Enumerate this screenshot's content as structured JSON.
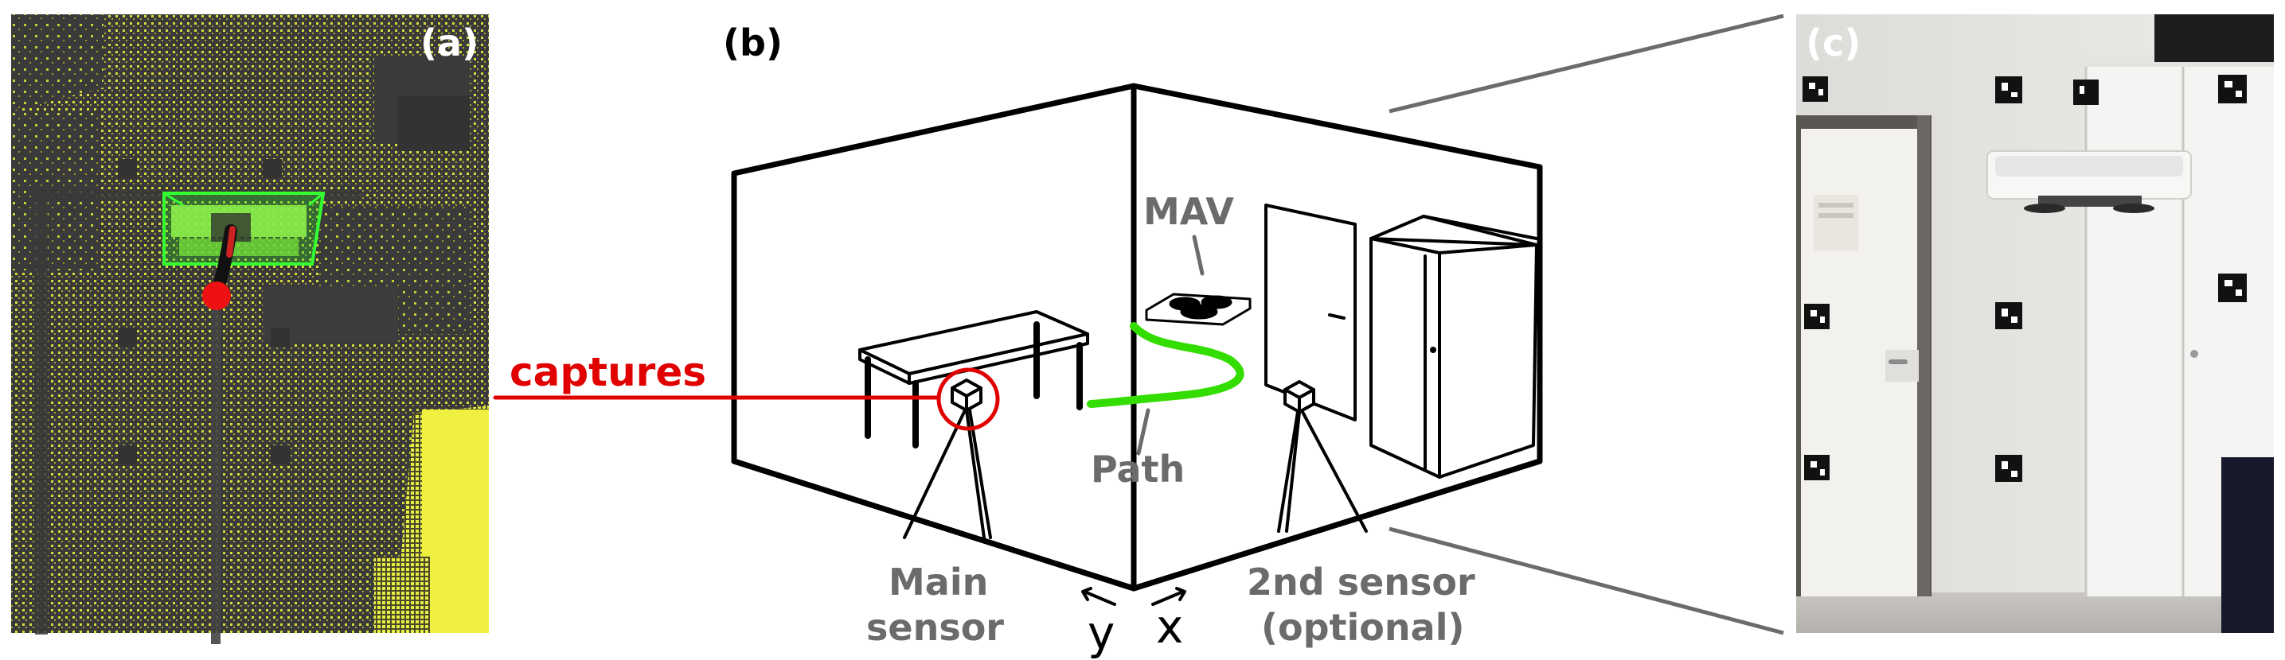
{
  "panels": {
    "a": {
      "letter": "(a)"
    },
    "b": {
      "letter": "(b)"
    },
    "c": {
      "letter": "(c)"
    }
  },
  "labels": {
    "captures": "captures",
    "mav": "MAV",
    "path": "Path",
    "main_sensor_line1": "Main",
    "main_sensor_line2": "sensor",
    "second_sensor_line1": "2nd sensor",
    "second_sensor_line2": "(optional)",
    "axis_y": "y",
    "axis_x": "x"
  },
  "colors": {
    "pointcloud_bg": "#3a3a3a",
    "pointcloud_points": "#f0f040",
    "detection_box": "#33ff33",
    "capture_highlight": "#e00000",
    "path": "#33dd00",
    "label_gray": "#6b6b6b"
  }
}
